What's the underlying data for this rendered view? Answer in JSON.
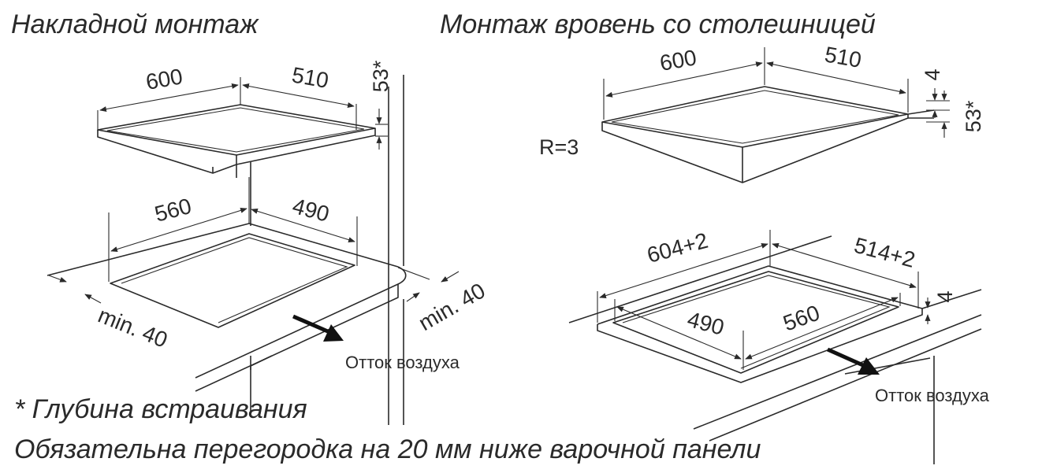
{
  "titles": {
    "surface": "Накладной монтаж",
    "flush": "Монтаж вровень со столешницей"
  },
  "surface_mount": {
    "hob_width": "600",
    "hob_depth": "510",
    "depth_total": "53*",
    "cutout_width": "560",
    "cutout_depth": "490",
    "min_front": "min. 40",
    "min_side": "min. 40",
    "airflow": "Отток воздуха"
  },
  "flush_mount": {
    "hob_width": "600",
    "hob_depth": "510",
    "rim": "4",
    "depth_total": "53*",
    "radius": "R=3",
    "recess_width": "604+2",
    "recess_depth": "514+2",
    "recess_rim": "4",
    "cutout_depth": "490",
    "cutout_width": "560",
    "airflow": "Отток воздуха"
  },
  "notes": {
    "depth_note": "* Глубина встраивания",
    "partition_note": "Обязательна перегородка на 20 мм ниже варочной панели"
  }
}
